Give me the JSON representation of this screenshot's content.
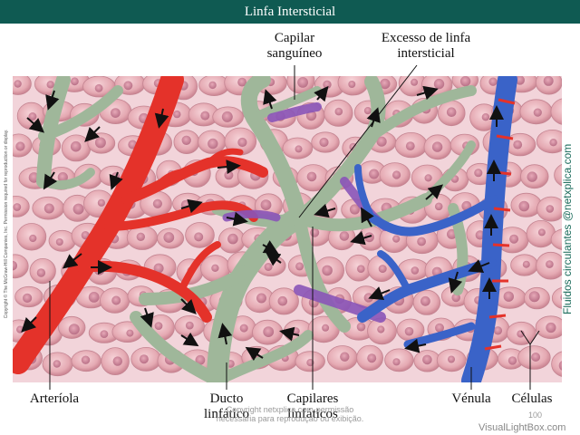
{
  "title": "Linfa Intersticial",
  "labels": {
    "capilar_sanguineo_1": "Capilar",
    "capilar_sanguineo_2": "sanguíneo",
    "excesso_1": "Excesso de linfa",
    "excesso_2": "intersticial",
    "arteriola": "Arteríola",
    "ducto_1": "Ducto",
    "ducto_2": "linfático",
    "capilares_1": "Capilares",
    "capilares_2": "linfáticos",
    "venula": "Vénula",
    "celulas": "Células"
  },
  "side_credit": "Fluidos circulantes @netxplica.com",
  "copyright_vertical": "Copyright © The McGraw-Hill Companies, Inc. Permission required for reproduction or display.",
  "watermark_1": "Copyright netxplica.com-permissão",
  "watermark_2": "necessária para reprodução ou exibição.",
  "page_number": "100",
  "brand": "VisualLightBox.com",
  "colors": {
    "header_bg": "#0f5a52",
    "arteriole": "#e4322a",
    "venule": "#3a63c8",
    "lymph": "#9fb79a",
    "cells": "#e8b8bf",
    "tissue_bg": "#f2d4da",
    "side_credit": "#1a6b5b"
  }
}
